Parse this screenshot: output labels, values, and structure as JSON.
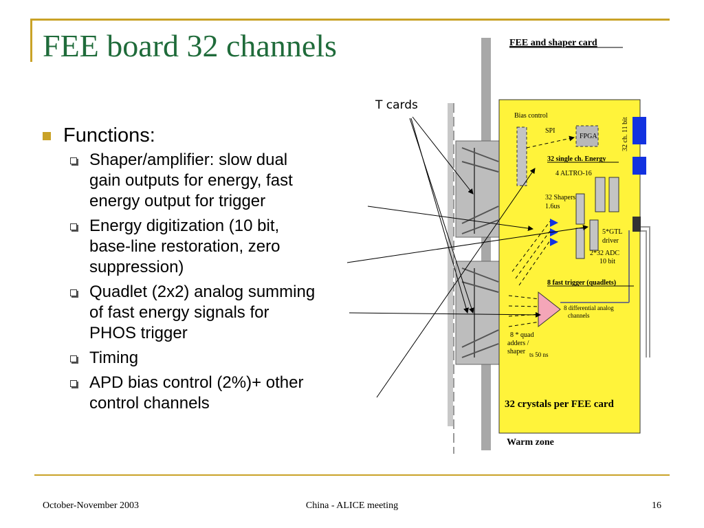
{
  "slide": {
    "title": "FEE board 32 channels",
    "bullets": [
      {
        "label": "Functions:",
        "sub": [
          "Shaper/amplifier: slow dual\ngain outputs for energy, fast\nenergy output for trigger",
          "Energy digitization (10 bit,\nbase-line restoration, zero\nsuppression)",
          "Quadlet (2x2) analog summing\nof  fast energy signals for\nPHOS trigger",
          "Timing",
          "APD bias control (2%)+ other\ncontrol channels"
        ]
      }
    ]
  },
  "diagram": {
    "heading": "FEE and shaper card",
    "t_cards": "T cards",
    "bias_control": "Bias control",
    "spi": "SPI",
    "fpga": "FPGA",
    "side_label": "32 ch. 11 bit",
    "energy_label": "32 single ch. Energy",
    "altro": "4  ALTRO-16",
    "shapers": [
      "32 Shapers",
      "1.6us"
    ],
    "gtl": [
      "5*GTL",
      "driver"
    ],
    "adc": [
      "2*32 ADC",
      "10 bit"
    ],
    "fast_trigger": "8  fast trigger (quadlets)",
    "diff_analog": [
      "8 differential analog",
      "channels"
    ],
    "quad_adders": [
      "8 *  quad",
      "adders /",
      "shaper",
      "ts 50 ns"
    ],
    "crystals": "32 crystals  per FEE card",
    "warm_zone": "Warm zone"
  },
  "footer": {
    "left": "October-November 2003",
    "center": "China - ALICE meeting",
    "right": "16"
  },
  "colors": {
    "title": "#1f6b3a",
    "accent": "#c9a227",
    "card_fill": "#fff33a",
    "connector_blue": "#1232e0"
  }
}
